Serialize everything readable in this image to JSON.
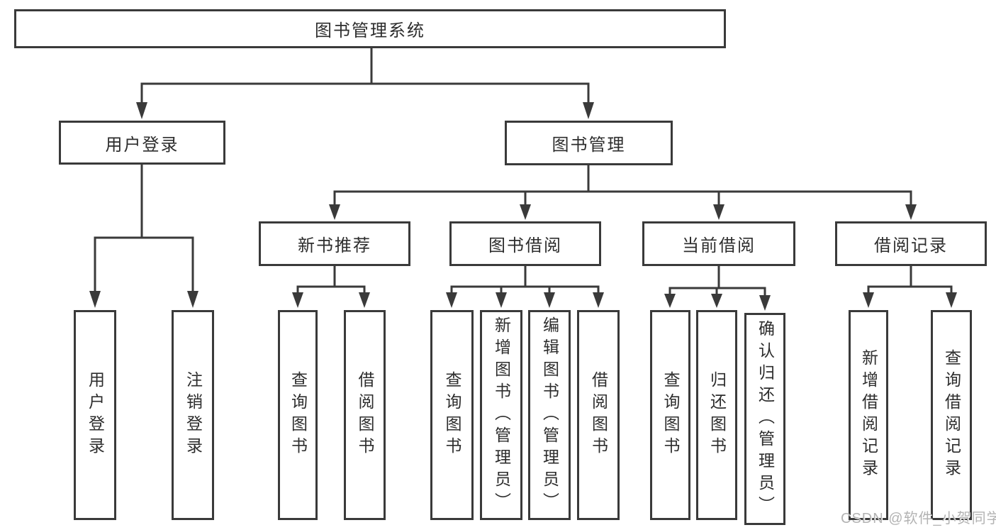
{
  "diagram": {
    "root": "图书管理系统",
    "login_branch": {
      "label": "用户登录",
      "children": [
        "用户登录",
        "注销登录"
      ]
    },
    "mgmt_branch": {
      "label": "图书管理",
      "sections": [
        {
          "label": "新书推荐",
          "children": [
            "查询图书",
            "借阅图书"
          ]
        },
        {
          "label": "图书借阅",
          "children": [
            "查询图书",
            "新增图书（管理员）",
            "编辑图书（管理员）",
            "借阅图书"
          ]
        },
        {
          "label": "当前借阅",
          "children": [
            "查询图书",
            "归还图书",
            "确认归还（管理员）"
          ]
        },
        {
          "label": "借阅记录",
          "children": [
            "新增借阅记录",
            "查询借阅记录"
          ]
        }
      ]
    },
    "colors": {
      "line": "#3a3a3a",
      "box_border": "#3a3a3a",
      "box_fill": "#ffffff",
      "text": "#2d2d2d",
      "watermark": "#b3b3b3"
    }
  },
  "watermark": "CSDN @软件_小贺同学"
}
